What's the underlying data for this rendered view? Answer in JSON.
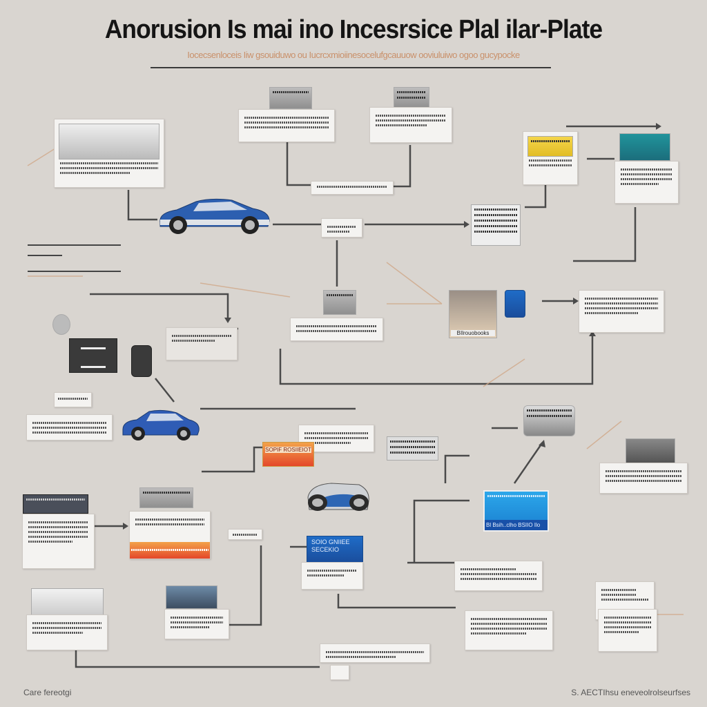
{
  "header": {
    "title": "Anorusion Is mai ino Incesrsice  Plal ilar-Plate",
    "subtitle": "Iocecsenloceis Iiw gsouiduwo ou Iucrcxmioiinesocelufgcauuow ooviuluiwo ogoo gucypocke"
  },
  "labels": {
    "orange_card": "SOPIF ROSIIEIOT",
    "blue_card_bottom": "Bl Bsih..clho BSIIO Ilo",
    "blue_sign": "SOIO GNIIEE SECEKIO",
    "store_sign": "BIlrouobooks"
  },
  "footer": {
    "left": "Care fereotgi",
    "right": "S. AECTIhsu eneveolrolseurfses"
  },
  "colors": {
    "background": "#d9d5d0",
    "title": "#151515",
    "subtitle": "#c9906a",
    "accent_blue": "#1f6cc7",
    "accent_orange": "#e4472a"
  }
}
